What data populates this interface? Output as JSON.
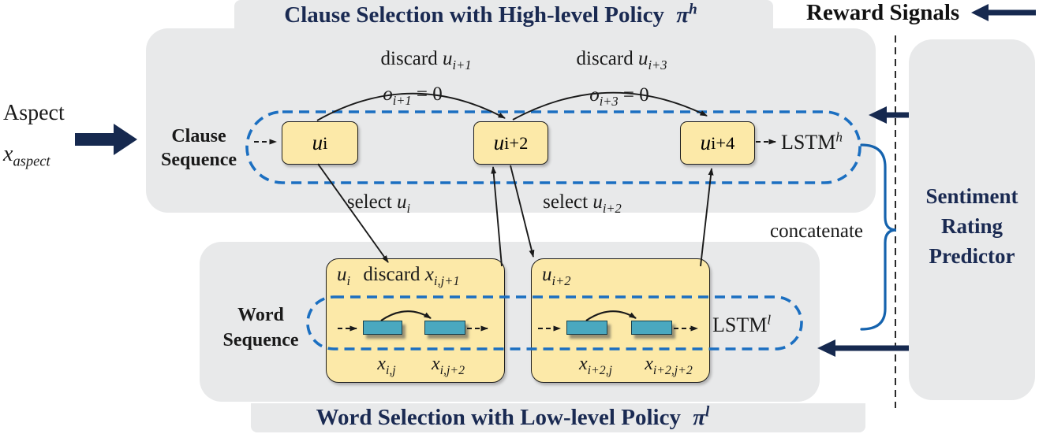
{
  "titles": {
    "top_main": "Clause Selection with High-level Policy",
    "top_pi": "π",
    "top_sup": "h",
    "bottom_main": "Word Selection with Low-level Policy",
    "bottom_pi": "π",
    "bottom_sup": "l",
    "reward": "Reward Signals"
  },
  "aspect": {
    "title": "Aspect",
    "var": "x",
    "sub": "aspect"
  },
  "clause": {
    "seq_line1": "Clause",
    "seq_line2": "Sequence",
    "node1_var": "u",
    "node1_sub": "i",
    "node2_var": "u",
    "node2_sub": "i+2",
    "node3_var": "u",
    "node3_sub": "i+4",
    "lstm_base": "LSTM",
    "lstm_sup": "h",
    "arc1_action": "discard",
    "arc1_var": "u",
    "arc1_sub": "i+1",
    "arc1_ovar": "o",
    "arc1_osub": "i+1",
    "arc1_oeq": "= 0",
    "arc2_action": "discard",
    "arc2_var": "u",
    "arc2_sub": "i+3",
    "arc2_ovar": "o",
    "arc2_osub": "i+3",
    "arc2_oeq": "= 0",
    "select1_action": "select",
    "select1_var": "u",
    "select1_sub": "i",
    "select2_action": "select",
    "select2_var": "u",
    "select2_sub": "i+2"
  },
  "word": {
    "seq_line1": "Word",
    "seq_line2": "Sequence",
    "lstm_base": "LSTM",
    "lstm_sup": "l",
    "box1_header_var": "u",
    "box1_header_sub": "i",
    "box1_discard_action": "discard",
    "box1_discard_var": "x",
    "box1_discard_sub": "i,j+1",
    "box1_in_var": "x",
    "box1_in_sub": "i,j",
    "box1_out_var": "x",
    "box1_out_sub": "i,j+2",
    "box2_header_var": "u",
    "box2_header_sub": "i+2",
    "box2_in_var": "x",
    "box2_in_sub": "i+2,j",
    "box2_out_var": "x",
    "box2_out_sub": "i+2,j+2"
  },
  "predictor": {
    "line1": "Sentiment",
    "line2": "Rating",
    "line3": "Predictor"
  },
  "concatenate_label": "concatenate",
  "colors": {
    "navy": "#16294f",
    "title_navy": "#1a2a52",
    "dash_blue": "#1b6fc1",
    "brace_blue": "#1563ae",
    "panel_gray": "#e8e9ea",
    "box_yellow": "#fce9a8",
    "teal": "#4aa8bf",
    "text_black": "#1a1a1a"
  }
}
